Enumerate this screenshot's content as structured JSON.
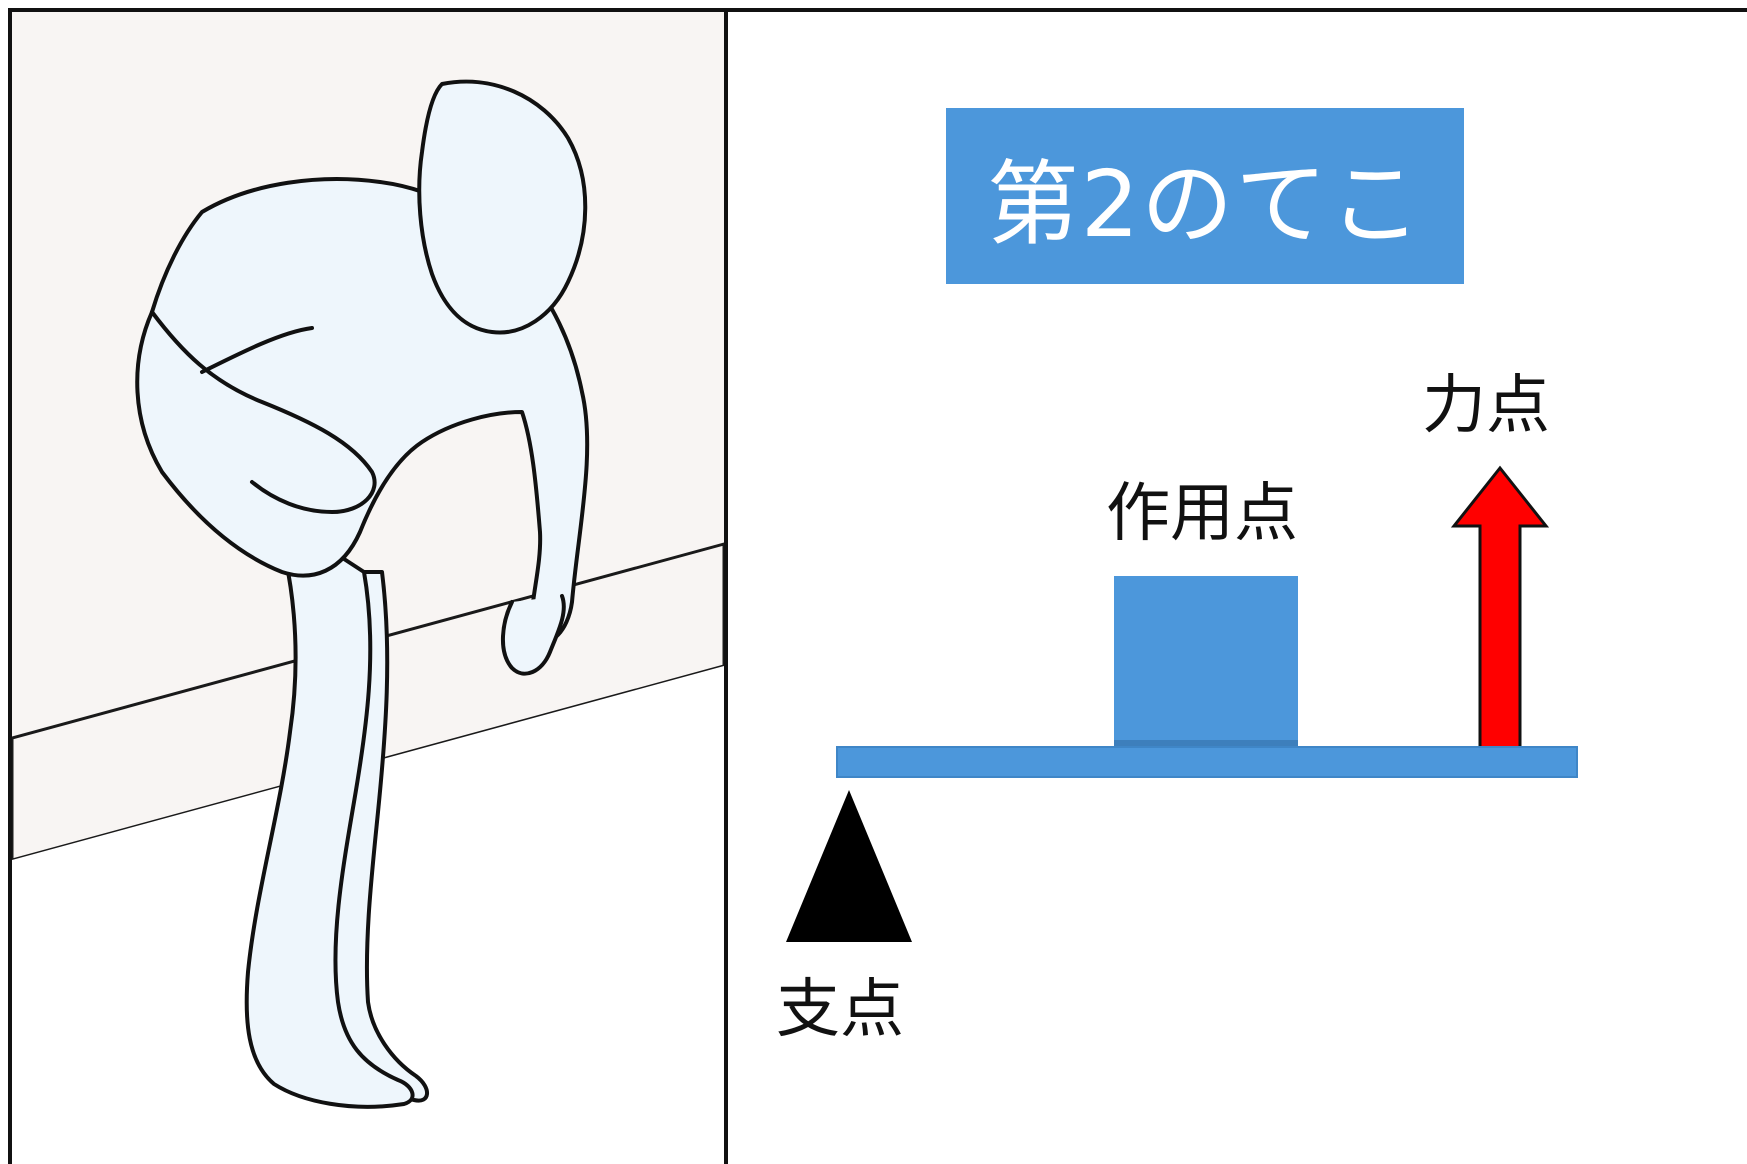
{
  "title": "第2のてこ",
  "labels": {
    "effort": "力点",
    "load": "作用点",
    "fulcrum": "支点"
  },
  "colors": {
    "title_bg": "#4c97db",
    "title_text": "#ffffff",
    "lever": "#4c97db",
    "load_block": "#4c97db",
    "effort_arrow": "#ff0000",
    "fulcrum": "#000000",
    "figure_fill": "#eef6fc",
    "wall": "#f8f5f3"
  },
  "icons": {
    "person": "bent-person-hands-on-knee-icon",
    "fulcrum": "triangle-fulcrum-icon",
    "effort": "up-arrow-icon"
  }
}
